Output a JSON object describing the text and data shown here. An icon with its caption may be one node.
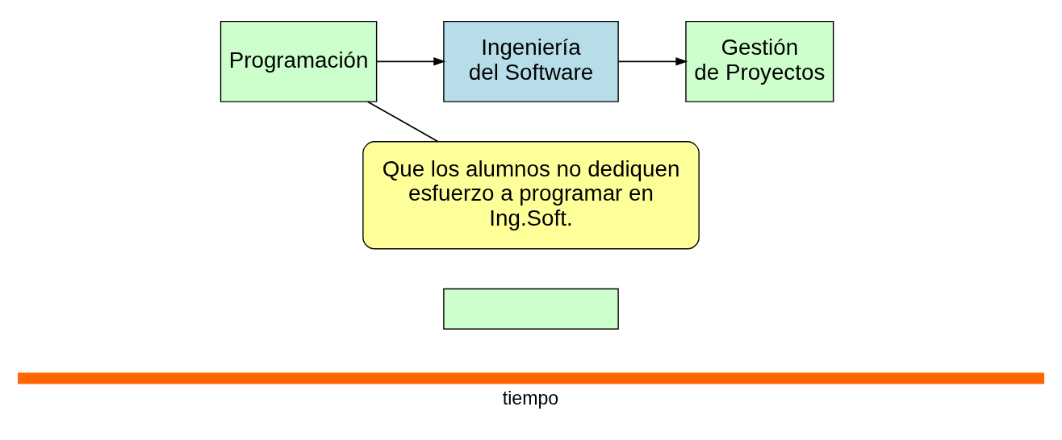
{
  "diagram": {
    "nodes": [
      {
        "text": [
          "Programación"
        ]
      },
      {
        "text": [
          "Ingeniería del Software"
        ]
      },
      {
        "text": [
          "Gestión de Proyectos"
        ]
      },
      {
        "text": [
          "Que los alumnos no dediquen esfuerzo a programar en Ing.Soft."
        ]
      },
      {
        "text": [],
        "shape": "box"
      }
    ],
    "edges": [
      {
        "from": 0,
        "to": 1,
        "arrow": "to"
      },
      {
        "from": 1,
        "to": 2,
        "arrow": "to"
      },
      {
        "from": 3,
        "to": 0,
        "arrow": "none"
      }
    ],
    "labels": [
      "tiempo"
    ]
  }
}
